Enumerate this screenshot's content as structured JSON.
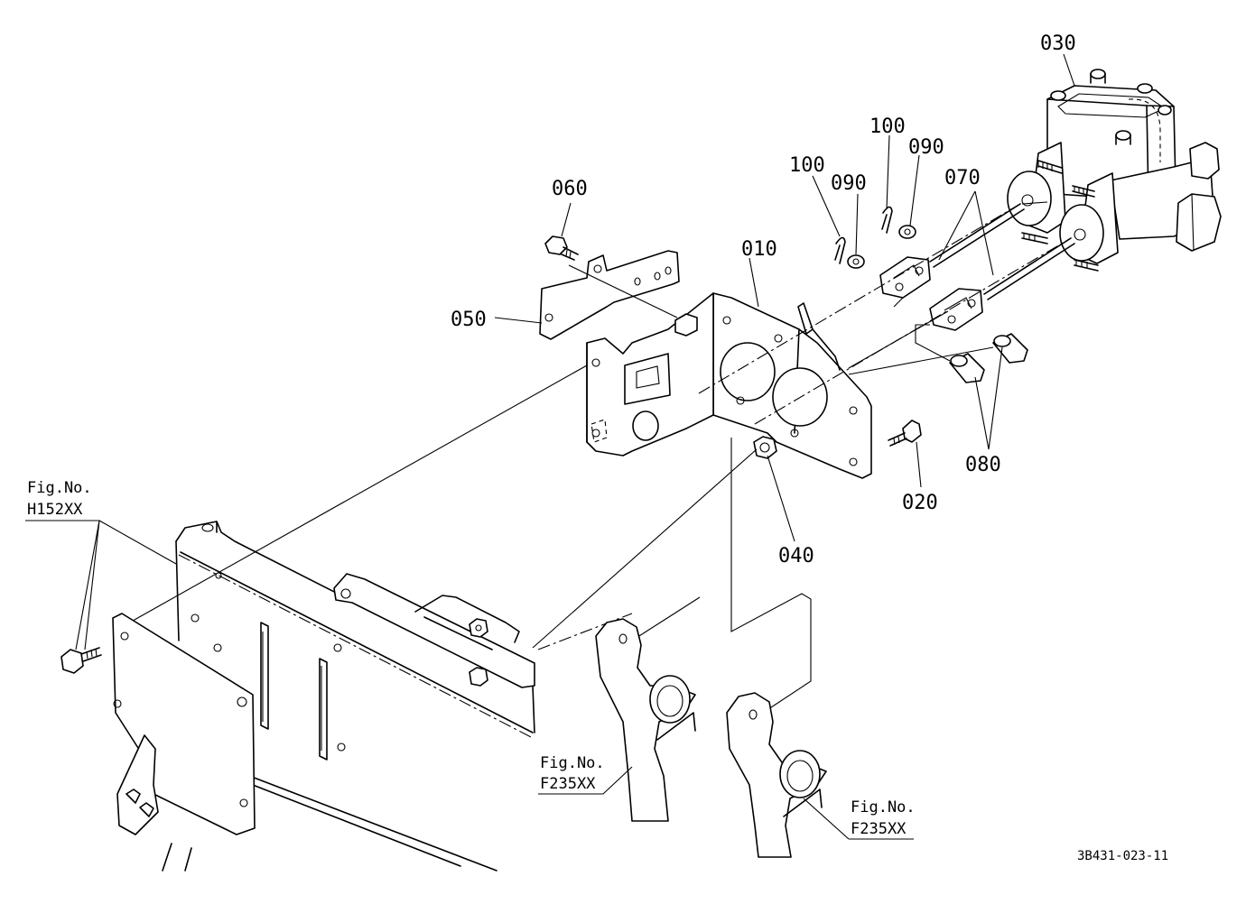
{
  "drawing": {
    "code": "3B431-023-11"
  },
  "part_labels": {
    "p010": "010",
    "p020": "020",
    "p030": "030",
    "p040": "040",
    "p050": "050",
    "p060": "060",
    "p070": "070",
    "p080": "080",
    "p090a": "090",
    "p090b": "090",
    "p100a": "100",
    "p100b": "100"
  },
  "figure_refs": {
    "h152": {
      "caption": "Fig.No.",
      "number": "H152XX"
    },
    "f235a": {
      "caption": "Fig.No.",
      "number": "F235XX"
    },
    "f235b": {
      "caption": "Fig.No.",
      "number": "F235XX"
    }
  }
}
